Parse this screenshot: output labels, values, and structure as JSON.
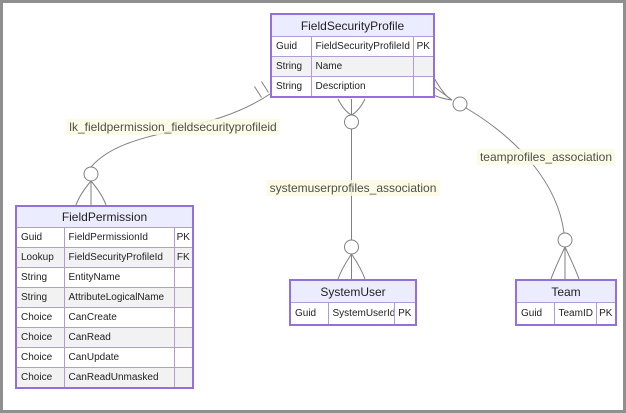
{
  "diagram": {
    "type": "entity-relationship-diagram",
    "colors": {
      "entity_border": "#9370DB",
      "entity_inner_border": "#b19cd9",
      "entity_header_fill": "#ECECFF",
      "row_alt_fill": "#f2f2f2",
      "relationship_line": "#808080",
      "label_background": "#fcfce2",
      "label_text": "#4d4d4d",
      "frame_border": "#8f8f8f"
    },
    "entities": [
      {
        "name": "FieldSecurityProfile",
        "rows": [
          {
            "type": "Guid",
            "name": "FieldSecurityProfileId",
            "key": "PK"
          },
          {
            "type": "String",
            "name": "Name",
            "key": ""
          },
          {
            "type": "String",
            "name": "Description",
            "key": ""
          }
        ]
      },
      {
        "name": "FieldPermission",
        "rows": [
          {
            "type": "Guid",
            "name": "FieldPermissionId",
            "key": "PK"
          },
          {
            "type": "Lookup",
            "name": "FieldSecurityProfileId",
            "key": "FK"
          },
          {
            "type": "String",
            "name": "EntityName",
            "key": ""
          },
          {
            "type": "String",
            "name": "AttributeLogicalName",
            "key": ""
          },
          {
            "type": "Choice",
            "name": "CanCreate",
            "key": ""
          },
          {
            "type": "Choice",
            "name": "CanRead",
            "key": ""
          },
          {
            "type": "Choice",
            "name": "CanUpdate",
            "key": ""
          },
          {
            "type": "Choice",
            "name": "CanReadUnmasked",
            "key": ""
          }
        ]
      },
      {
        "name": "SystemUser",
        "rows": [
          {
            "type": "Guid",
            "name": "SystemUserId",
            "key": "PK"
          }
        ]
      },
      {
        "name": "Team",
        "rows": [
          {
            "type": "Guid",
            "name": "TeamID",
            "key": "PK"
          }
        ]
      }
    ],
    "relationships": [
      {
        "label": "lk_fieldpermission_fieldsecurityprofileid",
        "from": "FieldSecurityProfile",
        "to": "FieldPermission",
        "from_cardinality": "one-and-only-one",
        "to_cardinality": "zero-or-many"
      },
      {
        "label": "systemuserprofiles_association",
        "from": "FieldSecurityProfile",
        "to": "SystemUser",
        "from_cardinality": "zero-or-many",
        "to_cardinality": "zero-or-many"
      },
      {
        "label": "teamprofiles_association",
        "from": "FieldSecurityProfile",
        "to": "Team",
        "from_cardinality": "zero-or-many",
        "to_cardinality": "zero-or-many"
      }
    ]
  }
}
